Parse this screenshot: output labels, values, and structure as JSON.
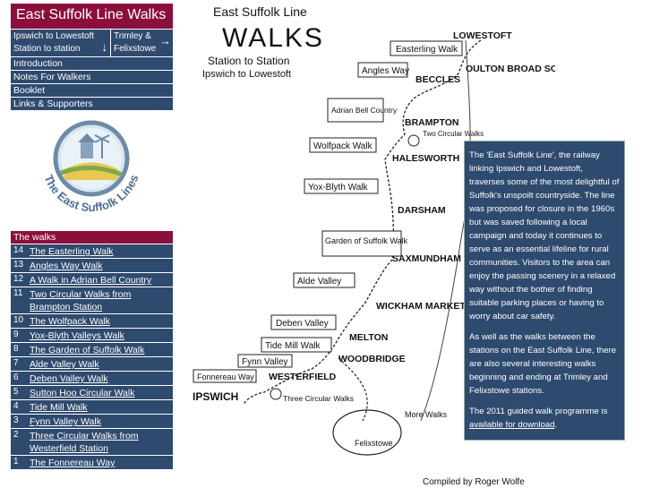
{
  "sidebar": {
    "title": "East Suffolk Line Walks",
    "directions": [
      {
        "line1": "Ipswich to Lowestoft",
        "line2": "Station to station"
      },
      {
        "line1": "Trimley &",
        "line2": "Felixstowe"
      }
    ],
    "nav": [
      "Introduction",
      "Notes For Walkers",
      "Booklet",
      "Links & Supporters"
    ],
    "logo_text": "The East Suffolk Lines",
    "walks_heading": "The walks",
    "walks": [
      {
        "num": "14",
        "title": "The Easterling Walk"
      },
      {
        "num": "13",
        "title": "Angles Way Walk"
      },
      {
        "num": "12",
        "title": "A Walk in Adrian Bell Country"
      },
      {
        "num": "11",
        "title": "Two Circular Walks from Brampton Station"
      },
      {
        "num": "10",
        "title": "The Wolfpack Walk"
      },
      {
        "num": "9",
        "title": "Yox-Blyth Valleys Walk"
      },
      {
        "num": "8",
        "title": "The Garden of Suffolk Walk"
      },
      {
        "num": "7",
        "title": "Alde Valley Walk"
      },
      {
        "num": "6",
        "title": "Deben Valley Walk"
      },
      {
        "num": "5",
        "title": "Sutton Hoo Circular Walk"
      },
      {
        "num": "4",
        "title": "Tide Mill Walk"
      },
      {
        "num": "3",
        "title": "Fynn Valley Walk"
      },
      {
        "num": "2",
        "title": "Three Circular Walks from Westerfield Station"
      },
      {
        "num": "1",
        "title": "The Fonnereau Way"
      }
    ]
  },
  "map": {
    "header_line1": "East Suffolk Line",
    "header_line2": "WALKS",
    "header_line3": "Station to Station",
    "header_line4": "Ipswich to Lowestoft",
    "stations": [
      "LOWESTOFT",
      "OULTON BROAD SOUTH",
      "BECCLES",
      "BRAMPTON",
      "HALESWORTH",
      "DARSHAM",
      "SAXMUNDHAM",
      "WICKHAM MARKET",
      "MELTON",
      "WOODBRIDGE",
      "WESTERFIELD",
      "IPSWICH",
      "Felixstowe"
    ],
    "walk_labels": [
      "Easterling Walk",
      "Angles Way",
      "Adrian Bell Country",
      "Two Circular Walks",
      "Wolfpack Walk",
      "Yox-Blyth Walk",
      "Garden of Suffolk Walk",
      "Alde Valley",
      "Deben Valley",
      "Tide Mill Walk",
      "Fynn Valley",
      "Fonnereau Way",
      "Three Circular Walks",
      "More Walks"
    ],
    "credit": "Compiled by Roger Wolfe"
  },
  "info": {
    "p1": "The 'East Suffolk Line', the railway linking Ipswich and Lowestoft, traverses some of the most delightful of Suffolk's unspoilt countryside. The line was proposed for closure in the 1960s but was saved following a local campaign and today it continues to serve as an essential lifeline for rural communities. Visitors to the area can enjoy the passing scenery in a relaxed way without the bother of finding suitable parking places or having to worry about car safety.",
    "p2": "As well as the walks between the stations on the East Suffolk Line, there are also several interesting walks beginning and ending at Trimley and Felixstowe stations.",
    "p3_prefix": "The 2011 guided walk programme is ",
    "p3_link": "available for download",
    "p3_suffix": "."
  },
  "colors": {
    "maroon": "#8b0f3c",
    "navy": "#2e4a6e"
  }
}
